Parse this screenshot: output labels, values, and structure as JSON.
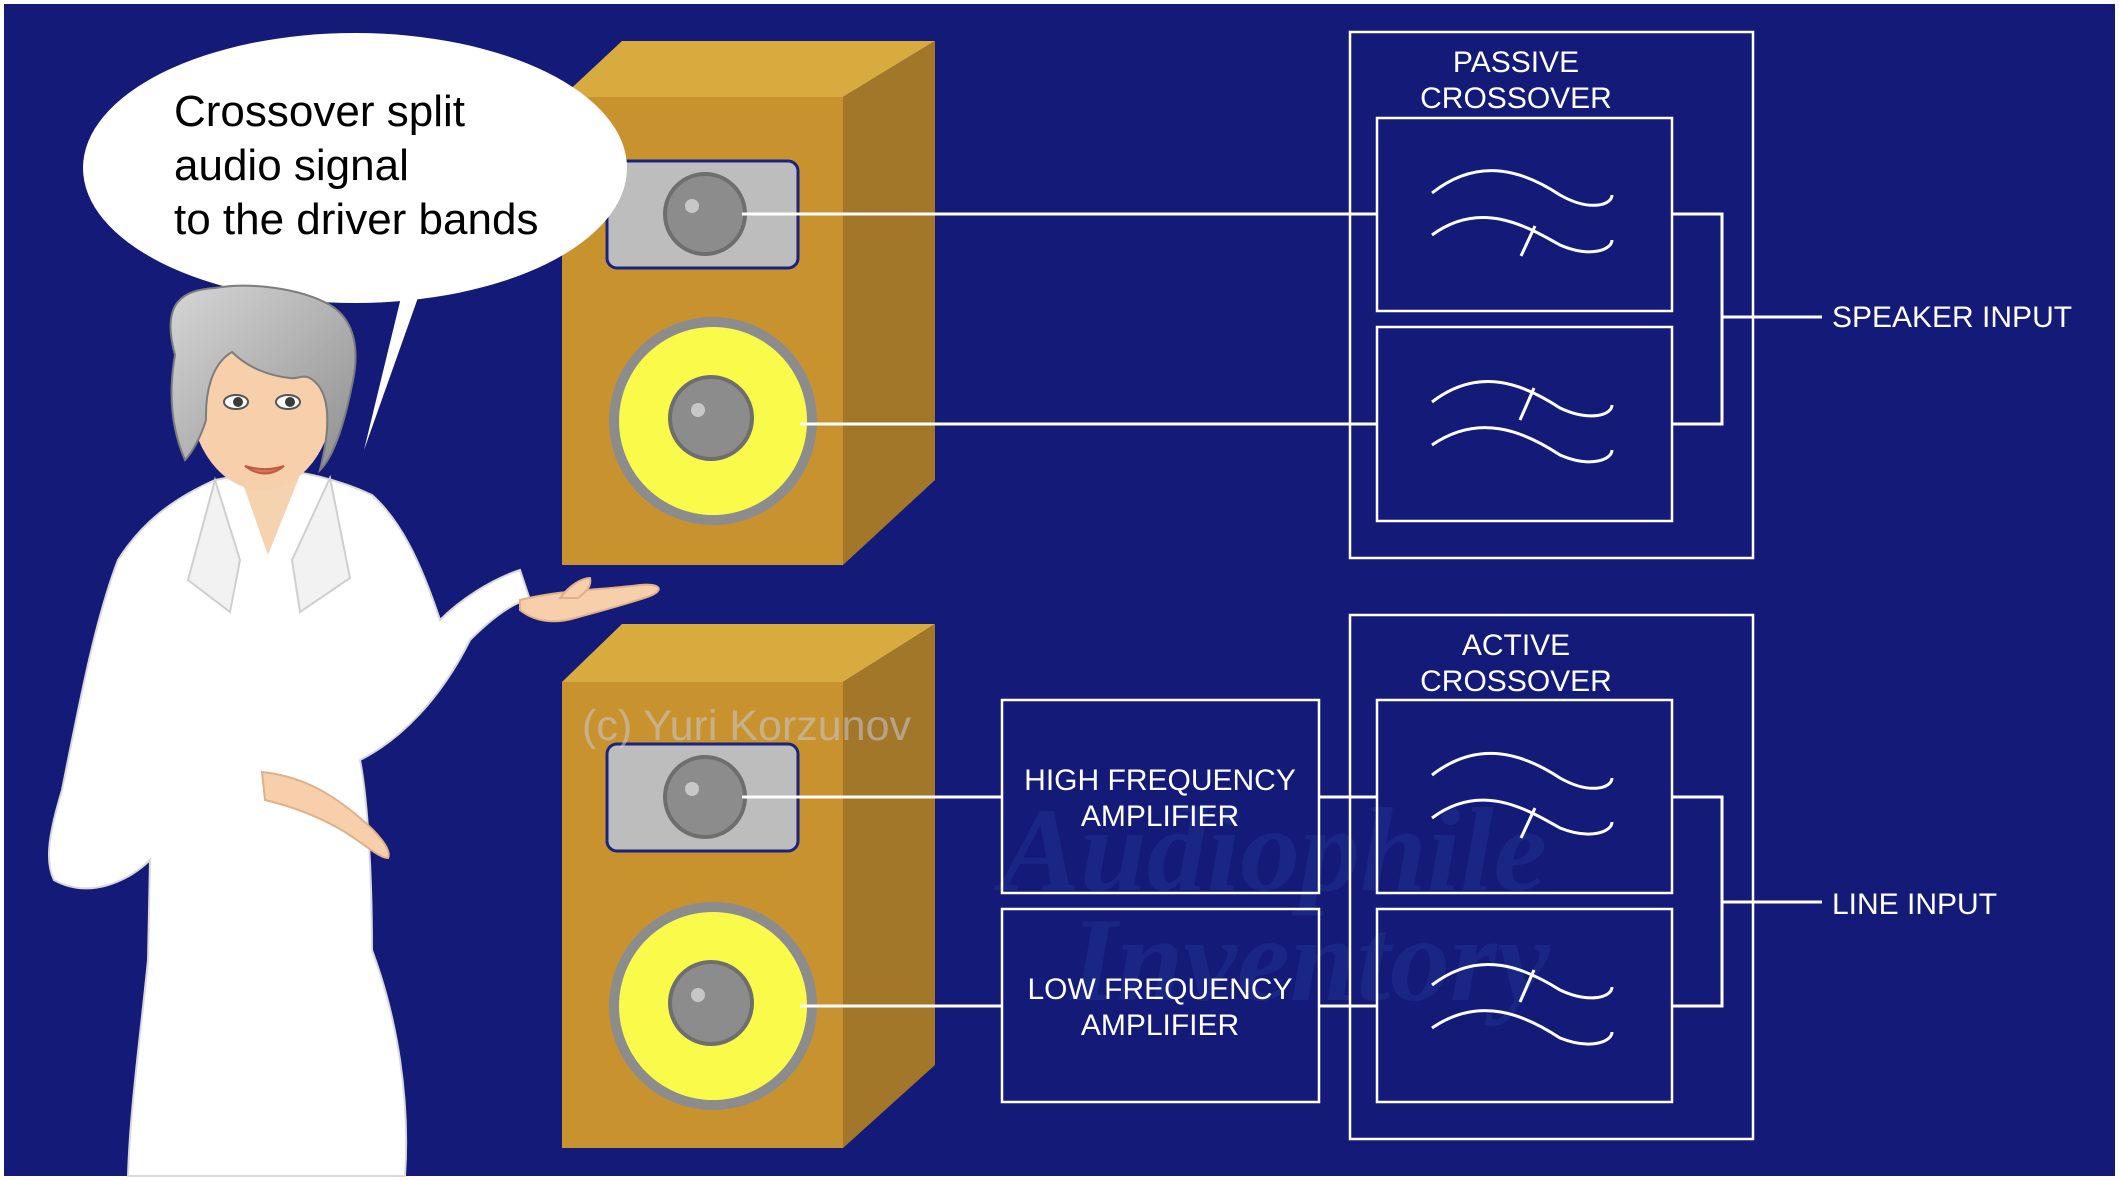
{
  "speech_bubble": {
    "lines": [
      "Crossover split",
      "audio signal",
      "to the driver bands"
    ]
  },
  "passive_crossover": {
    "title_lines": [
      "PASSIVE",
      "CROSSOVER"
    ],
    "input_label": "SPEAKER INPUT"
  },
  "active_crossover": {
    "title_lines": [
      "ACTIVE",
      "CROSSOVER"
    ],
    "input_label": "LINE INPUT",
    "high_amp_lines": [
      "HIGH FREQUENCY",
      "AMPLIFIER"
    ],
    "low_amp_lines": [
      "LOW FREQUENCY",
      "AMPLIFIER"
    ]
  },
  "copyright": "(c) Yuri Korzunov",
  "watermark_lines": [
    "Audiophile",
    "Inventory"
  ],
  "colors": {
    "background": "#141a78",
    "cabinet_front": "#c8932f",
    "cabinet_side": "#a3772a",
    "cabinet_top": "#d8ab3e",
    "woofer_cone": "#fafa4a",
    "driver_gray": "#8c8c8c",
    "tweeter_plate": "#bdbdbd"
  }
}
